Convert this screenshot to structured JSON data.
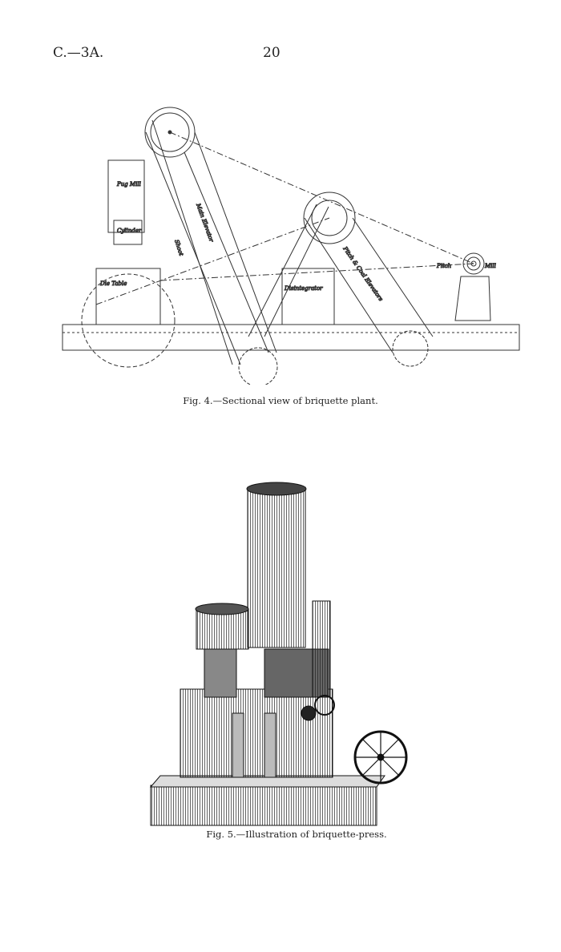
{
  "header": {
    "section": "C.—3A.",
    "page_number": "20"
  },
  "figure4": {
    "caption": "Fig. 4.—Sectional view of briquette plant.",
    "labels": {
      "pug_mill": "Pug Mill",
      "cylinder": "Cylinder",
      "die_table": "Die Table",
      "shoot": "Shoot",
      "main_elevator": "Main Elevator",
      "disintegrator": "Disintegrator",
      "pitch_coal_elevators": "Pitch & Coal Elevators",
      "pitch": "Pitch",
      "mill": "Mill"
    }
  },
  "figure5": {
    "caption": "Fig. 5.—Illustration of briquette-press."
  }
}
